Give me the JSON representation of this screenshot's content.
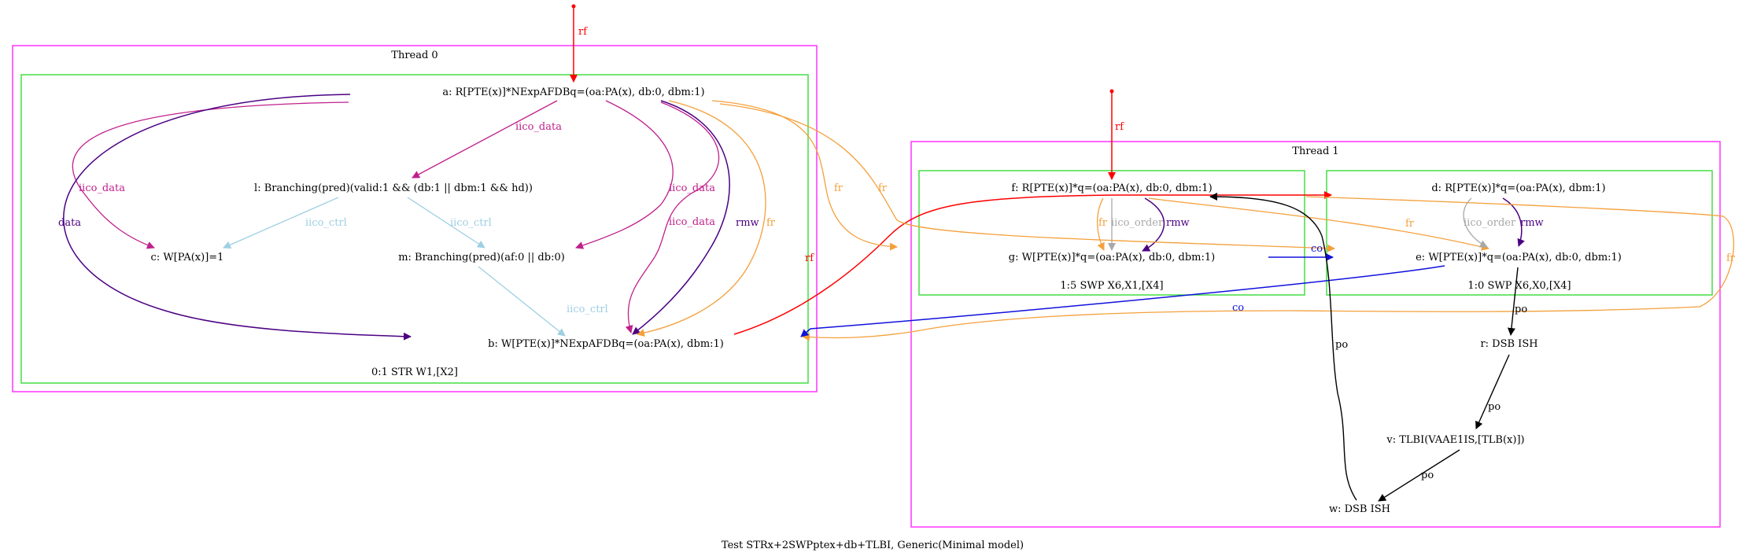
{
  "caption": "Test STRx+2SWPptex+db+TLBI, Generic(Minimal model)",
  "colors": {
    "thread_border": "#ff33ff",
    "group_border": "#44dd44",
    "rf": "#ff0000",
    "fr": "#f4a03c",
    "iico_data": "#c0208c",
    "iico_ctrl": "#9ecfe2",
    "iico_order": "#a8a8a8",
    "data": "#4b0082",
    "rmw": "#4b0082",
    "co": "#1010dd",
    "po": "#000000"
  },
  "threads": [
    {
      "title": "Thread 0",
      "groups": [
        {
          "label": "0:1 STR W1,[X2]"
        }
      ]
    },
    {
      "title": "Thread 1",
      "groups": [
        {
          "label": "1:5 SWP X6,X1,[X4]"
        },
        {
          "label": "1:0 SWP X6,X0,[X4]"
        }
      ]
    }
  ],
  "nodes": {
    "a": "a: R[PTE(x)]*NExpAFDBq=(oa:PA(x), db:0, dbm:1)",
    "l": "l: Branching(pred)(valid:1 && (db:1 || dbm:1 && hd))",
    "c": "c: W[PA(x)]=1",
    "m": "m: Branching(pred)(af:0 || db:0)",
    "b": "b: W[PTE(x)]*NExpAFDBq=(oa:PA(x), dbm:1)",
    "f": "f: R[PTE(x)]*q=(oa:PA(x), db:0, dbm:1)",
    "g": "g: W[PTE(x)]*q=(oa:PA(x), db:0, dbm:1)",
    "d": "d: R[PTE(x)]*q=(oa:PA(x), dbm:1)",
    "e": "e: W[PTE(x)]*q=(oa:PA(x), db:0, dbm:1)",
    "r": "r: DSB ISH",
    "v": "v: TLBI(VAAE1IS,[TLB(x)])",
    "w": "w: DSB ISH"
  },
  "edge_labels": {
    "rf": "rf",
    "fr": "fr",
    "iico_data": "iico_data",
    "iico_ctrl": "iico_ctrl",
    "iico_order": "iico_order",
    "data": "data",
    "rmw": "rmw",
    "co": "co",
    "po": "po"
  }
}
